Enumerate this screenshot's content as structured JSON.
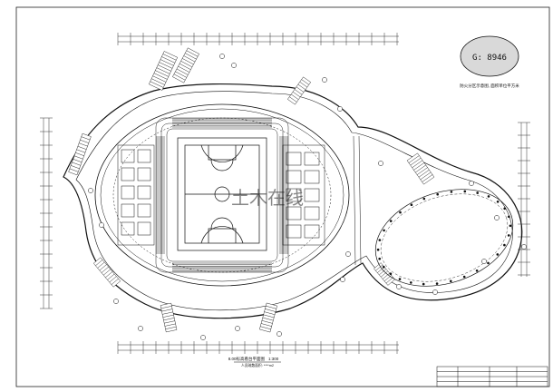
{
  "badge": {
    "text": "G: 8946"
  },
  "note": {
    "text": "防火分区示意图, 面积单位平方米"
  },
  "drawing": {
    "title": "8.00标高看台平面图",
    "scale": "1:300",
    "subtitle": "人员疏散面积: ****m2"
  },
  "title_block": {
    "rows": [
      "",
      "",
      "",
      ""
    ]
  },
  "watermark": {
    "text": "土木在线"
  },
  "colors": {
    "line": "#111111",
    "paper": "#ffffff",
    "court_fill": "#ffffff"
  }
}
